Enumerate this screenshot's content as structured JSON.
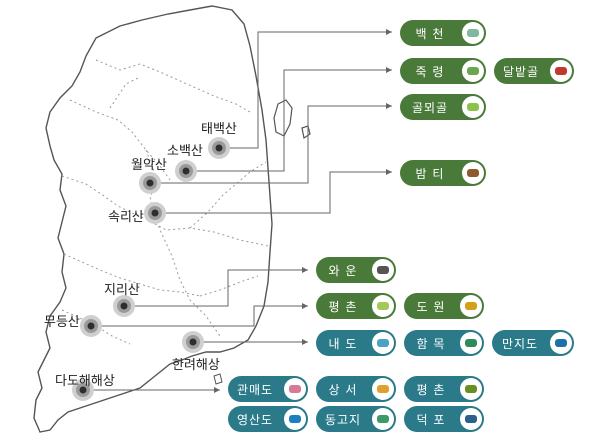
{
  "colors": {
    "green": "#4a7a3a",
    "teal": "#2a7a8a",
    "map_outline": "#555555",
    "connector": "#666666"
  },
  "mountains": [
    {
      "id": "taebaek",
      "label": "태백산"
    },
    {
      "id": "sobaek",
      "label": "소백산"
    },
    {
      "id": "worak",
      "label": "월악산"
    },
    {
      "id": "songni",
      "label": "속리산"
    },
    {
      "id": "jiri",
      "label": "지리산"
    },
    {
      "id": "mudeung",
      "label": "무등산"
    },
    {
      "id": "hallyeo",
      "label": "한려해상"
    },
    {
      "id": "dadohae",
      "label": "다도해해상"
    }
  ],
  "villages": [
    {
      "id": "baekcheon",
      "label": "백 천",
      "color": "green",
      "icon": "village-logo-icon"
    },
    {
      "id": "jungnyeong",
      "label": "죽 령",
      "color": "green",
      "icon": "village-logo-icon"
    },
    {
      "id": "dalbatgol",
      "label": "달밭골",
      "color": "green",
      "icon": "village-logo-icon"
    },
    {
      "id": "golmoegol",
      "label": "골뫼골",
      "color": "green",
      "icon": "village-logo-icon"
    },
    {
      "id": "bamti",
      "label": "밤 티",
      "color": "green",
      "icon": "village-logo-icon"
    },
    {
      "id": "waun",
      "label": "와 운",
      "color": "green",
      "icon": "village-logo-icon"
    },
    {
      "id": "pyeongchon1",
      "label": "평 촌",
      "color": "green",
      "icon": "village-logo-icon"
    },
    {
      "id": "dowon",
      "label": "도 원",
      "color": "green",
      "icon": "village-logo-icon"
    },
    {
      "id": "naedo",
      "label": "내 도",
      "color": "teal",
      "icon": "village-logo-icon"
    },
    {
      "id": "hammok",
      "label": "함 목",
      "color": "teal",
      "icon": "village-logo-icon"
    },
    {
      "id": "manjido",
      "label": "만지도",
      "color": "teal",
      "icon": "village-logo-icon"
    },
    {
      "id": "gwanmaedo",
      "label": "관매도",
      "color": "teal",
      "icon": "village-logo-icon"
    },
    {
      "id": "sangseo",
      "label": "상 서",
      "color": "teal",
      "icon": "village-logo-icon"
    },
    {
      "id": "pyeongchon2",
      "label": "평 촌",
      "color": "teal",
      "icon": "village-logo-icon"
    },
    {
      "id": "yeongsando",
      "label": "영산도",
      "color": "teal",
      "icon": "village-logo-icon"
    },
    {
      "id": "donggoji",
      "label": "동고지",
      "color": "teal",
      "icon": "village-logo-icon"
    },
    {
      "id": "deokpo",
      "label": "덕 포",
      "color": "teal",
      "icon": "village-logo-icon"
    }
  ]
}
